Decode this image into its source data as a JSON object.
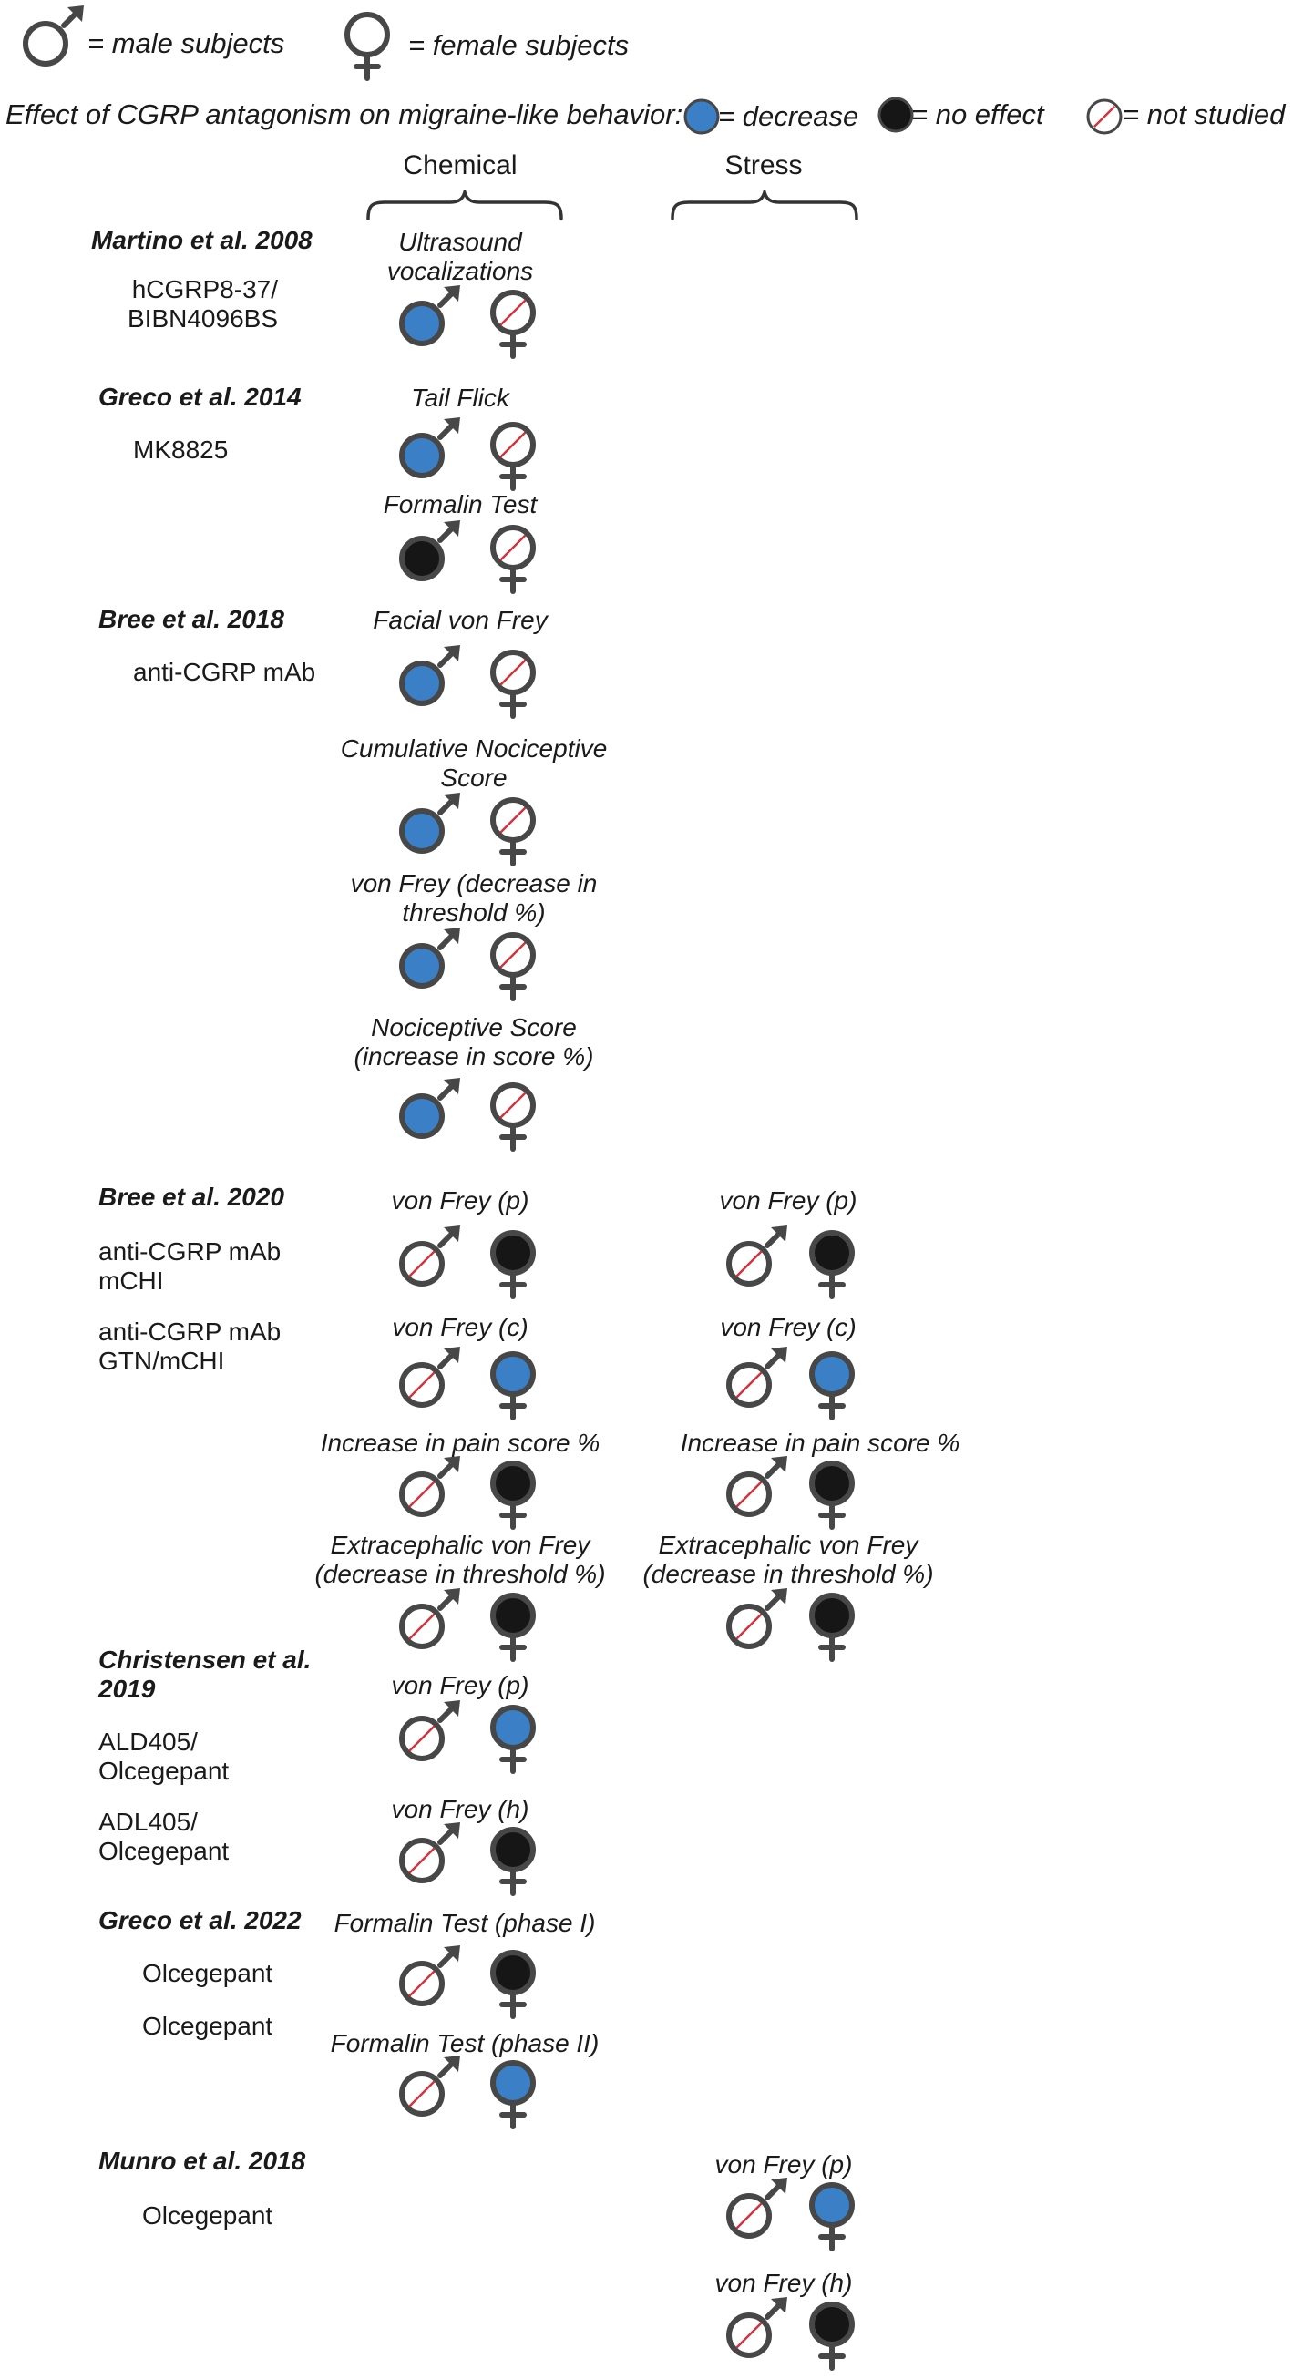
{
  "colors": {
    "decrease": "#3b7fc6",
    "no_effect": "#161616",
    "not_studied": "#ffffff",
    "symbol_stroke": "#474747",
    "strike": "#d0343d"
  },
  "legend": {
    "male_label": "= male subjects",
    "female_label": "= female subjects",
    "effect_title": "Effect of CGRP antagonism on migraine-like behavior:",
    "decrease_label": "= decrease",
    "no_effect_label": "= no effect",
    "not_studied_label": "= not studied",
    "icons": [
      "male-icon",
      "female-icon",
      "decrease-dot-icon",
      "no-effect-dot-icon",
      "not-studied-dot-icon"
    ]
  },
  "columns": {
    "chemical": "Chemical",
    "stress": "Stress"
  },
  "studies": [
    {
      "title": "Martino et al. 2008",
      "drugs": [
        "hCGRP8-37/\nBIBN4096BS"
      ]
    },
    {
      "title": "Greco et al. 2014",
      "drugs": [
        "MK8825"
      ]
    },
    {
      "title": "Bree et al. 2018",
      "drugs": [
        "anti-CGRP mAb"
      ]
    },
    {
      "title": "Bree et al. 2020",
      "drugs": [
        "anti-CGRP mAb\nmCHI",
        "anti-CGRP mAb\nGTN/mCHI"
      ]
    },
    {
      "title": "Christensen et al.\n2019",
      "drugs": [
        "ALD405/\nOlcegepant",
        "ADL405/\nOlcegepant"
      ]
    },
    {
      "title": "Greco et al. 2022",
      "drugs": [
        "Olcegepant",
        "Olcegepant"
      ]
    },
    {
      "title": "Munro et al. 2018",
      "drugs": [
        "Olcegepant"
      ]
    }
  ],
  "results": [
    {
      "test": "Ultrasound\nvocalizations",
      "column": "chemical",
      "male": "decrease",
      "female": "not_studied"
    },
    {
      "test": "Tail Flick",
      "column": "chemical",
      "male": "decrease",
      "female": "not_studied"
    },
    {
      "test": "Formalin Test",
      "column": "chemical",
      "male": "no_effect",
      "female": "not_studied"
    },
    {
      "test": "Facial von Frey",
      "column": "chemical",
      "male": "decrease",
      "female": "not_studied"
    },
    {
      "test": "Cumulative Nociceptive\nScore",
      "column": "chemical",
      "male": "decrease",
      "female": "not_studied"
    },
    {
      "test": "von Frey (decrease in\nthreshold %)",
      "column": "chemical",
      "male": "decrease",
      "female": "not_studied"
    },
    {
      "test": "Nociceptive Score\n(increase in score %)",
      "column": "chemical",
      "male": "decrease",
      "female": "not_studied"
    },
    {
      "test": "von Frey (p)",
      "column": "chemical",
      "male": "not_studied",
      "female": "no_effect"
    },
    {
      "test": "von Frey (p)",
      "column": "stress",
      "male": "not_studied",
      "female": "no_effect"
    },
    {
      "test": "von Frey (c)",
      "column": "chemical",
      "male": "not_studied",
      "female": "decrease"
    },
    {
      "test": "von Frey (c)",
      "column": "stress",
      "male": "not_studied",
      "female": "decrease"
    },
    {
      "test": "Increase in pain score %",
      "column": "chemical",
      "male": "not_studied",
      "female": "no_effect"
    },
    {
      "test": "Increase in pain score %",
      "column": "stress",
      "male": "not_studied",
      "female": "no_effect"
    },
    {
      "test": "Extracephalic von Frey\n(decrease in threshold %)",
      "column": "chemical",
      "male": "not_studied",
      "female": "no_effect"
    },
    {
      "test": "Extracephalic von Frey\n(decrease in threshold %)",
      "column": "stress",
      "male": "not_studied",
      "female": "no_effect"
    },
    {
      "test": "von Frey (p)",
      "column": "chemical",
      "male": "not_studied",
      "female": "decrease"
    },
    {
      "test": "von Frey (h)",
      "column": "chemical",
      "male": "not_studied",
      "female": "no_effect"
    },
    {
      "test": "Formalin Test (phase I)",
      "column": "chemical",
      "male": "not_studied",
      "female": "no_effect"
    },
    {
      "test": "Formalin Test (phase II)",
      "column": "chemical",
      "male": "not_studied",
      "female": "decrease"
    },
    {
      "test": "von Frey (p)",
      "column": "stress",
      "male": "not_studied",
      "female": "decrease"
    },
    {
      "test": "von Frey (h)",
      "column": "stress",
      "male": "not_studied",
      "female": "no_effect"
    }
  ]
}
